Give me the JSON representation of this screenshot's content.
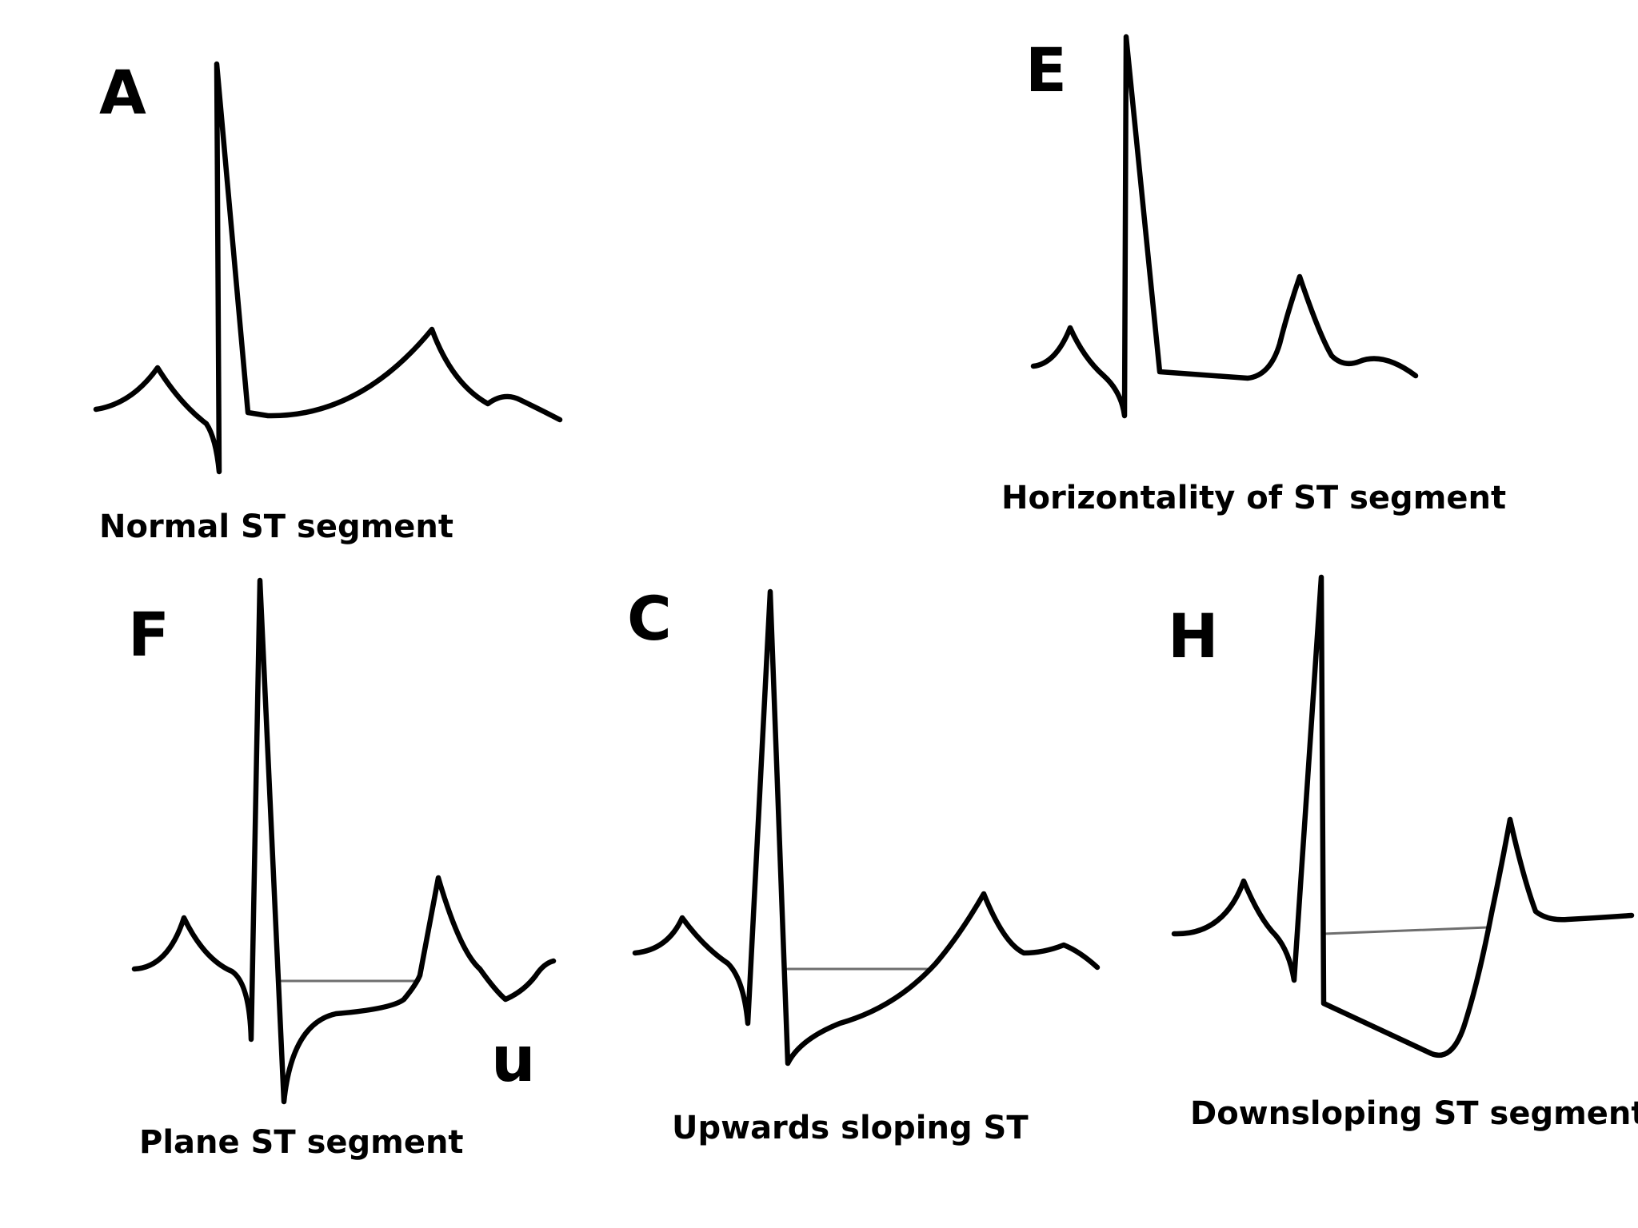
{
  "panels": [
    {
      "letter": "A",
      "caption": "Normal ST segment"
    },
    {
      "letter": "E",
      "caption": "Horizontality of ST segment"
    },
    {
      "letter": "F",
      "caption": "Plane ST segment",
      "wave_label": "u"
    },
    {
      "letter": "C",
      "caption": "Upwards sloping ST"
    },
    {
      "letter": "H",
      "caption": "Downsloping ST segment"
    }
  ]
}
